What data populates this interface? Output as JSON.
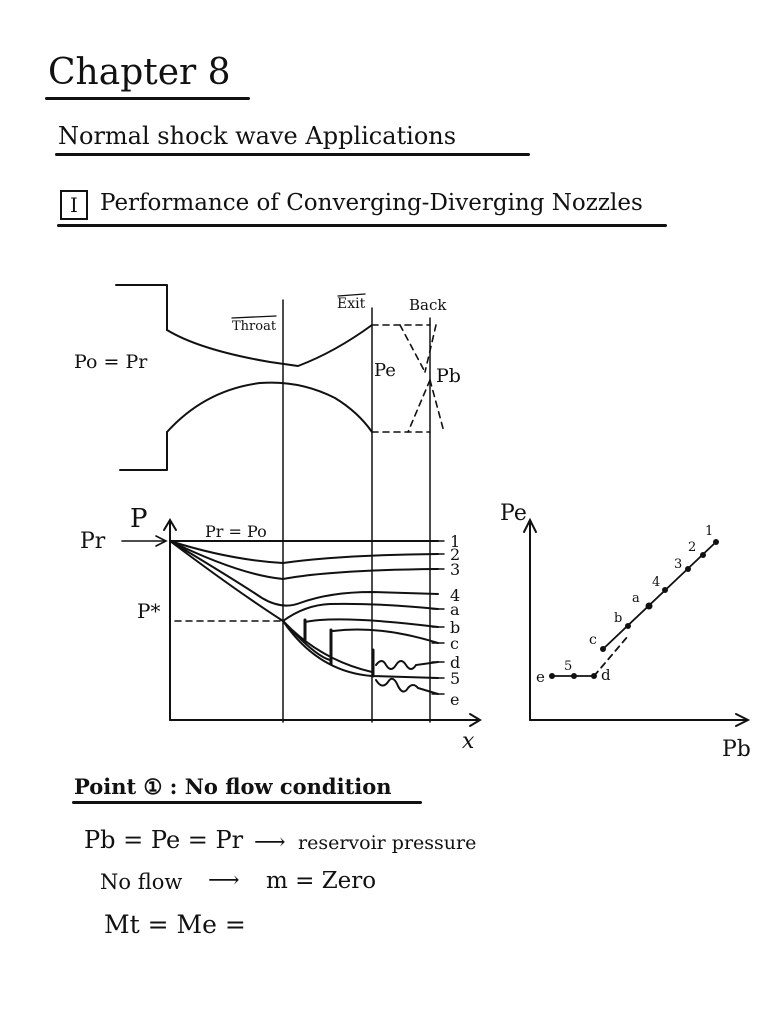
{
  "header": {
    "chapter": "Chapter 8",
    "topic": "Normal shock wave Applications",
    "section_num": "I",
    "section_title": "Performance of Converging-Diverging Nozzles"
  },
  "nozzle": {
    "reservoir_label": "Po = Pr",
    "throat_label": "Throat",
    "exit_label": "Exit",
    "back_label": "Back",
    "pe_label": "Pe",
    "pb_label": "Pb"
  },
  "pressure_plot": {
    "y_axis": "P",
    "pr_label": "Pr",
    "pr_po_label": "Pr = Po",
    "pstar_label": "P*",
    "x_axis": "x",
    "curves": [
      "1",
      "2",
      "3",
      "4",
      "a",
      "b",
      "c",
      "d",
      "5",
      "e"
    ]
  },
  "pe_pb_plot": {
    "y_axis": "Pe",
    "x_axis": "Pb",
    "points": [
      "1",
      "2",
      "3",
      "4",
      "a",
      "b",
      "c",
      "5",
      "e",
      "d"
    ]
  },
  "point1": {
    "heading": "Point ① : No flow condition",
    "line1_lhs": "Pb = Pe = Pr",
    "line1_rhs": "reservoir pressure",
    "line2_lhs": "No flow",
    "line2_rhs": "m = Zero",
    "line3": "Mt = Me ="
  }
}
